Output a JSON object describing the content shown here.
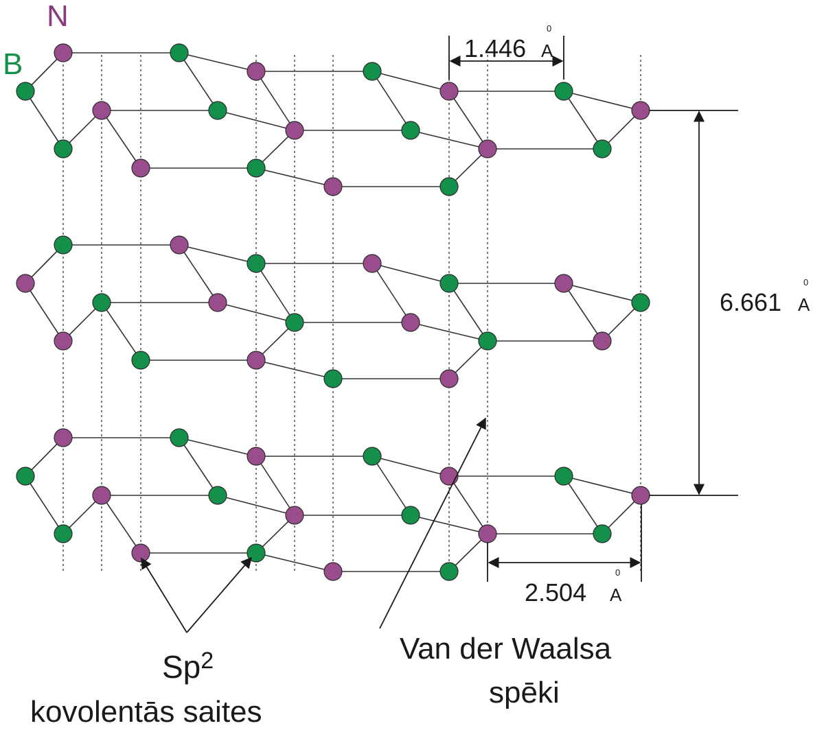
{
  "legend": {
    "n_symbol": "N",
    "b_symbol": "B"
  },
  "colors": {
    "nitrogen": "#9a4d8c",
    "boron": "#14904a",
    "n_label": "#8a3a7c",
    "b_label": "#14904a"
  },
  "dimensions": {
    "bond_length": "1.446",
    "interlayer": "6.661",
    "lattice": "2.504",
    "unit": "A",
    "unit_mark": "0"
  },
  "annotations": {
    "sp2_main": "Sp",
    "sp2_sup": "2",
    "sp2_line2": "kovolentās saites",
    "vdw_line1": "Van der Waalsa",
    "vdw_line2": "spēki"
  },
  "layers": [
    {
      "name": "top",
      "pattern": [
        "N",
        "B",
        "N",
        "B",
        "N",
        "B",
        "N"
      ]
    },
    {
      "name": "middle",
      "pattern": [
        "B",
        "N",
        "B",
        "N",
        "B",
        "N",
        "B"
      ]
    },
    {
      "name": "bottom",
      "pattern": [
        "N",
        "B",
        "N",
        "B",
        "N",
        "B",
        "N"
      ]
    }
  ]
}
